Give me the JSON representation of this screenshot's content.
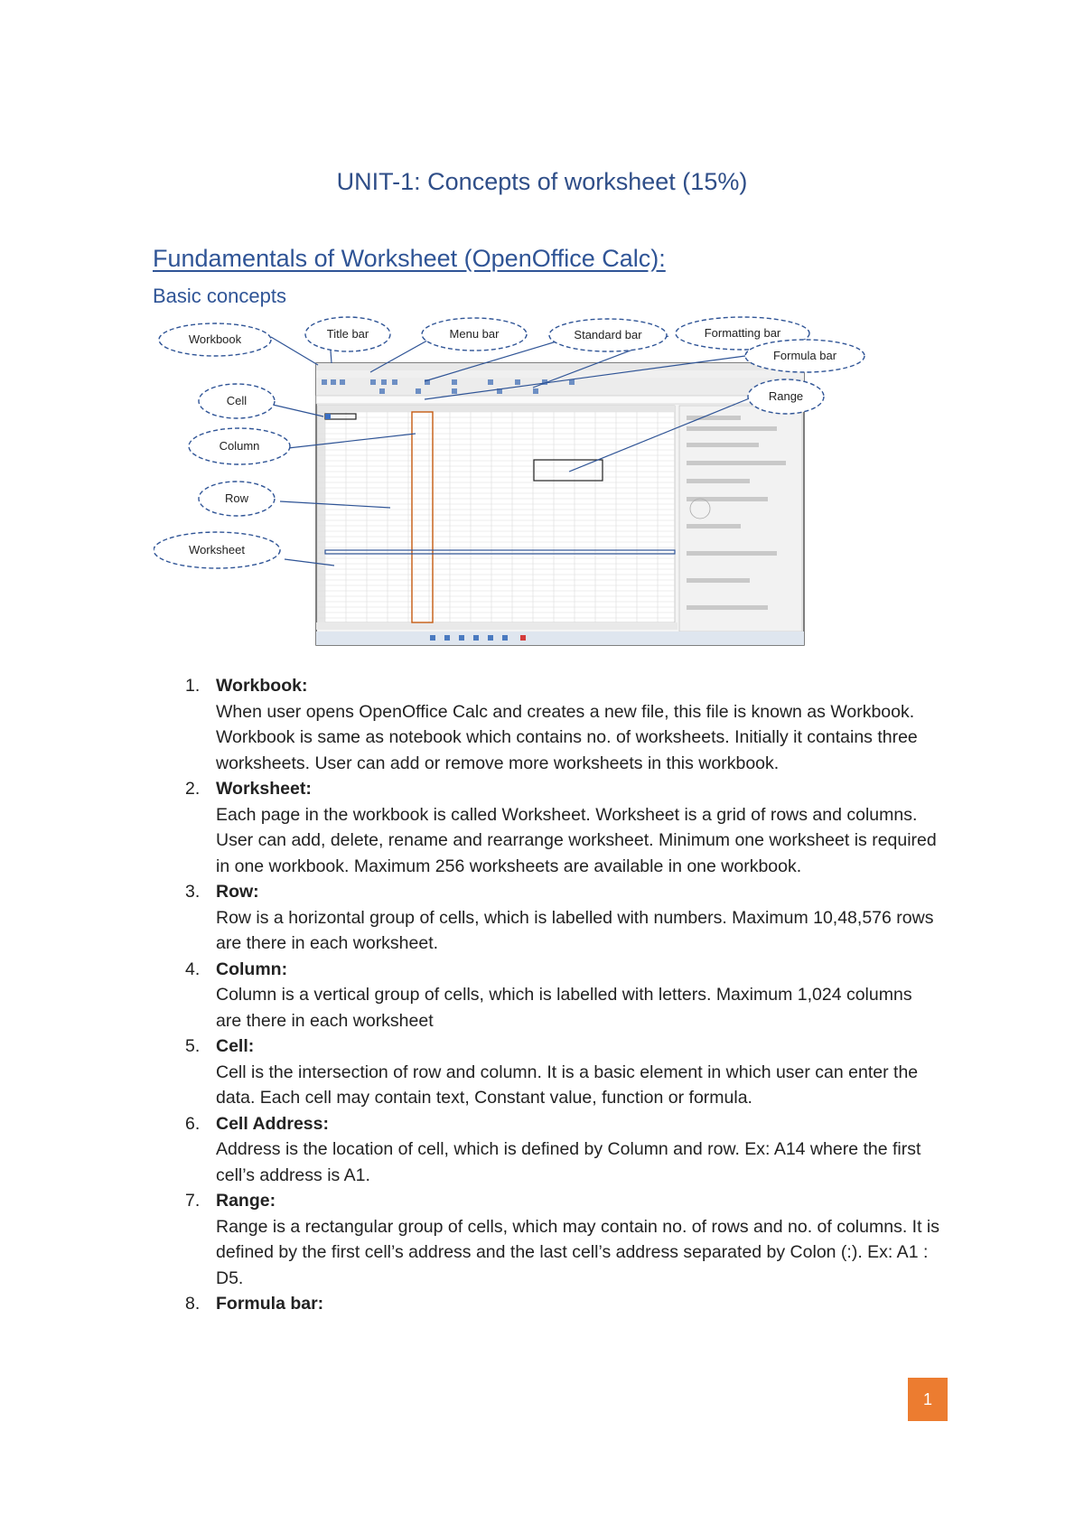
{
  "title": "UNIT-1: Concepts of worksheet (15%)",
  "section_heading": "Fundamentals of Worksheet (OpenOffice Calc):",
  "sub_heading": "Basic concepts",
  "figure": {
    "callouts": {
      "workbook": "Workbook",
      "title_bar": "Title bar",
      "menu_bar": "Menu bar",
      "standard_bar": "Standard bar",
      "formatting_bar": "Formatting bar",
      "formula_bar": "Formula bar",
      "cell": "Cell",
      "range": "Range",
      "column": "Column",
      "row": "Row",
      "worksheet": "Worksheet"
    }
  },
  "definitions": [
    {
      "num": "1.",
      "term": "Workbook:",
      "body": "When user opens OpenOffice Calc and creates a new file, this file is known as Workbook. Workbook is same as notebook which contains no. of worksheets. Initially it contains three worksheets. User can add or remove more worksheets in this workbook."
    },
    {
      "num": "2.",
      "term": "Worksheet:",
      "body": "Each page in the workbook is called Worksheet. Worksheet is a grid of rows and columns. User can add, delete, rename and rearrange worksheet. Minimum one worksheet is required in one workbook. Maximum 256 worksheets are available in one workbook."
    },
    {
      "num": "3.",
      "term": "Row:",
      "body": "Row is a horizontal group of cells, which is labelled with numbers. Maximum 10,48,576 rows are there in each worksheet."
    },
    {
      "num": "4.",
      "term": "Column:",
      "body": "Column is a vertical group of cells, which is labelled with letters. Maximum 1,024 columns are there in each worksheet"
    },
    {
      "num": "5.",
      "term": "Cell:",
      "body": "Cell is the intersection of row and column. It is a basic element in which user can enter the data. Each cell may contain text, Constant value, function or formula."
    },
    {
      "num": "6.",
      "term": "Cell Address:",
      "body": "Address is the location of cell, which is defined by Column and row. Ex: A14 where the first cell’s address is A1."
    },
    {
      "num": "7.",
      "term": "Range:",
      "body": "Range is a rectangular group of cells, which may contain no. of rows and no. of columns. It is defined by the first cell’s address and the last cell’s address separated by Colon (:). Ex: A1 : D5."
    },
    {
      "num": "8.",
      "term": "Formula bar:",
      "body": ""
    }
  ],
  "page_number": "1",
  "colors": {
    "heading": "#2f5496",
    "page_badge": "#ec7c30",
    "column_highlight": "#c55a11"
  }
}
